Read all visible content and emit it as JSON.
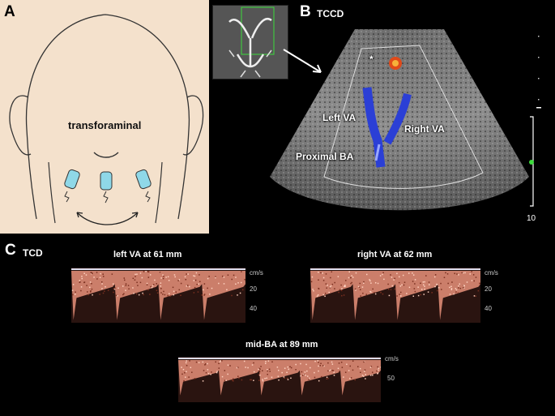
{
  "panel_a": {
    "letter": "A",
    "label": "transforaminal"
  },
  "panel_b": {
    "letter": "B",
    "subtitle": "TCCD",
    "labels": {
      "left_va": "Left VA",
      "right_va": "Right VA",
      "proximal_ba": "Proximal BA",
      "asterisk": "*"
    },
    "depth_scale_bottom": "10"
  },
  "panel_c": {
    "letter": "C",
    "subtitle": "TCD",
    "waveforms": [
      {
        "title": "left VA at 61 mm",
        "unit": "cm/s",
        "ticks": [
          "20",
          "40"
        ]
      },
      {
        "title": "right VA at 62 mm",
        "unit": "cm/s",
        "ticks": [
          "20",
          "40"
        ]
      },
      {
        "title": "mid-BA at 89 mm",
        "unit": "cm/s",
        "ticks": [
          "50"
        ]
      }
    ]
  },
  "colors": {
    "skin_background": "#f4e1cc",
    "probe": "#8fd8e8",
    "doppler_blue": "#2b3fd6",
    "doppler_red": "#e04a1a",
    "spectrum": "#e8917a"
  }
}
